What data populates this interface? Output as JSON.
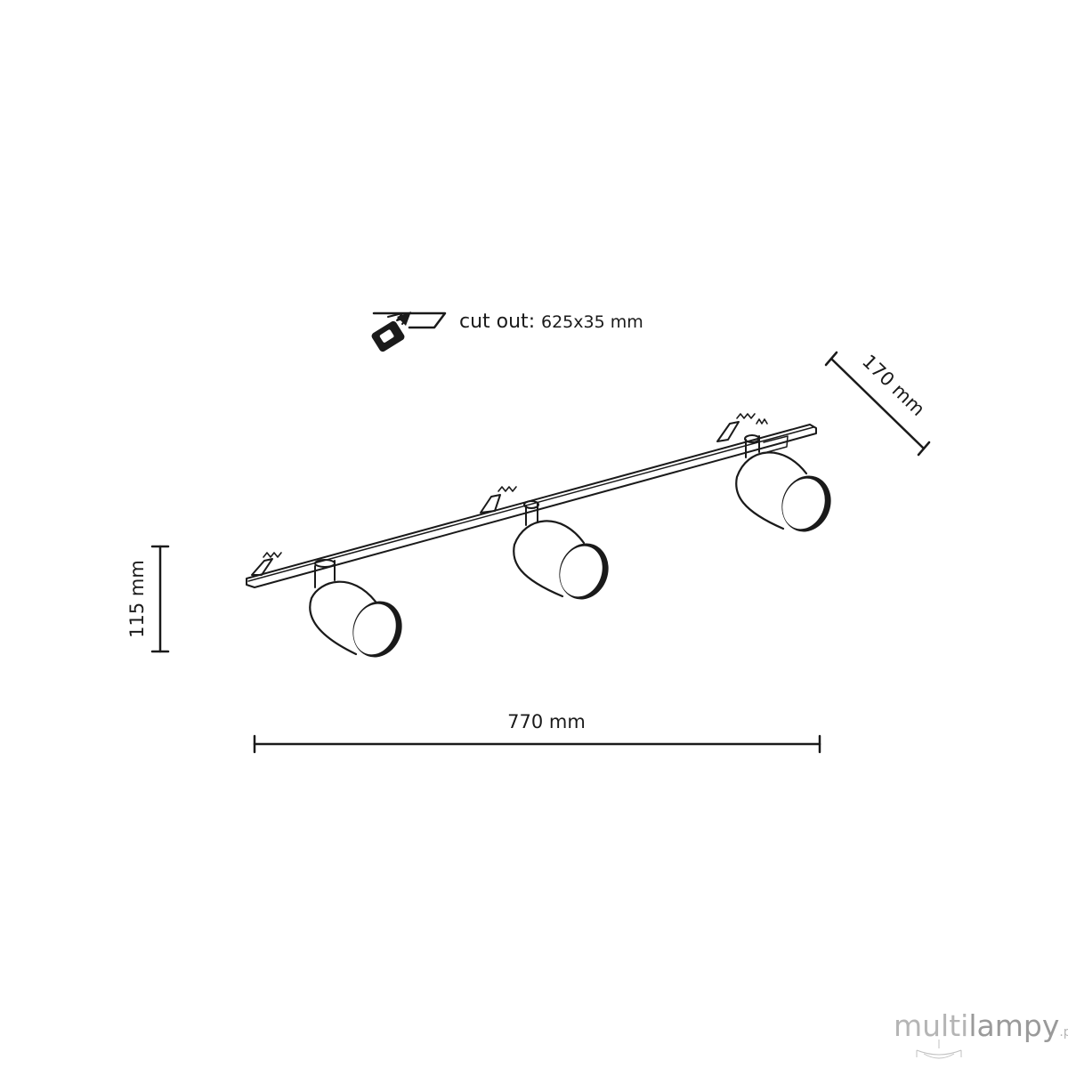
{
  "cutout": {
    "label": "cut out:",
    "value": "625x35 mm",
    "icon": "saw-cutout-icon"
  },
  "dimensions": {
    "width": "770 mm",
    "height": "115 mm",
    "depth": "170 mm"
  },
  "watermark": {
    "brand_a": "multi",
    "brand_b": "lampy",
    "suffix": ".pl"
  },
  "colors": {
    "ink": "#1a1a1a",
    "watermark": "#a8a8a8"
  }
}
